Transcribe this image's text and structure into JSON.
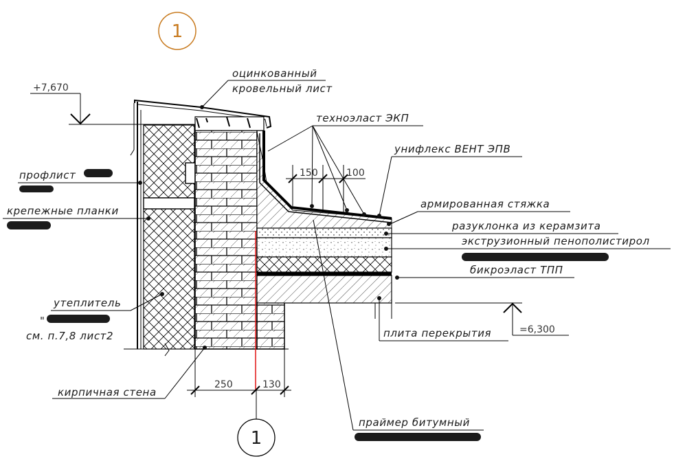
{
  "marker_top": "1",
  "marker_bottom": "1",
  "levels": {
    "top": "+7,670",
    "bottom": "=6,300"
  },
  "dimensions": {
    "d150": "150",
    "d100": "100",
    "d250": "250",
    "d130": "130"
  },
  "labels": {
    "galv_line1": "оцинкованный",
    "galv_line2": "кровельный лист",
    "technoelast": "техноэласт ЭКП",
    "uniflex": "унифлекс ВЕНТ ЭПВ",
    "reinforced": "армированная стяжка",
    "slope": "разуклонка из керамзита",
    "xps": "экструзионный пенополистирол",
    "bikroelast": "бикроэласт ТПП",
    "slab": "плита перекрытия",
    "profsheet": "профлист",
    "fastening": "крепежные планки",
    "insulation": "утеплитель",
    "insulation_quote_left": "\"",
    "insulation_quote_right": "\"",
    "insulation_ref": "см. п.7,8 лист2",
    "brick": "кирпичная стена",
    "primer": "праймер битумный"
  },
  "colors": {
    "line": "#000000",
    "axis": "#e01010",
    "marker": "#c87a1e"
  }
}
